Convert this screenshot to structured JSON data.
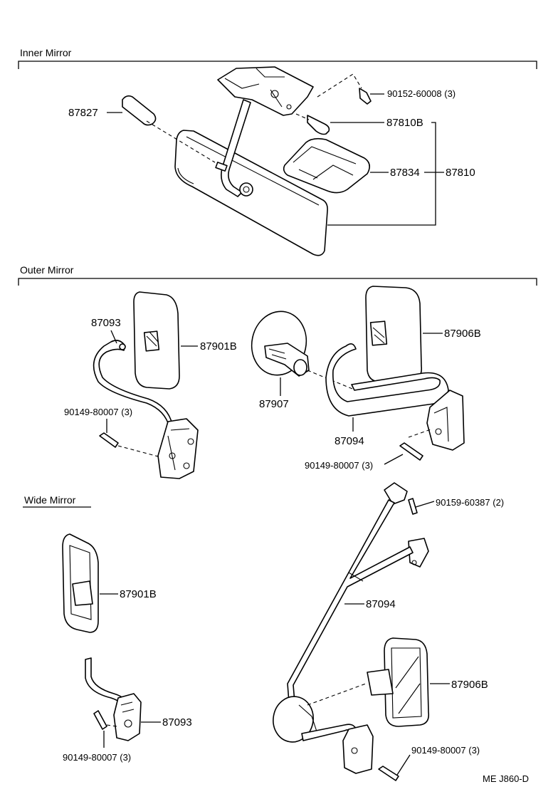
{
  "sections": {
    "inner": "Inner Mirror",
    "outer": "Outer Mirror",
    "wide": "Wide Mirror"
  },
  "labels": {
    "p87827": "87827",
    "p90152": "90152-60008 (3)",
    "p87810B": "87810B",
    "p87834": "87834",
    "p87810": "87810",
    "p87093_outer": "87093",
    "p87901B_outer": "87901B",
    "p90149_outer_left": "90149-80007 (3)",
    "p87907": "87907",
    "p87906B_outer": "87906B",
    "p87094_outer": "87094",
    "p90149_outer_right": "90149-80007 (3)",
    "p90159": "90159-60387 (2)",
    "p87901B_wide": "87901B",
    "p87094_wide": "87094",
    "p87906B_wide": "87906B",
    "p87093_wide": "87093",
    "p90149_wide_left": "90149-80007 (3)",
    "p90149_wide_right": "90149-80007 (3)"
  },
  "footer": {
    "code": "ME J860-D"
  }
}
